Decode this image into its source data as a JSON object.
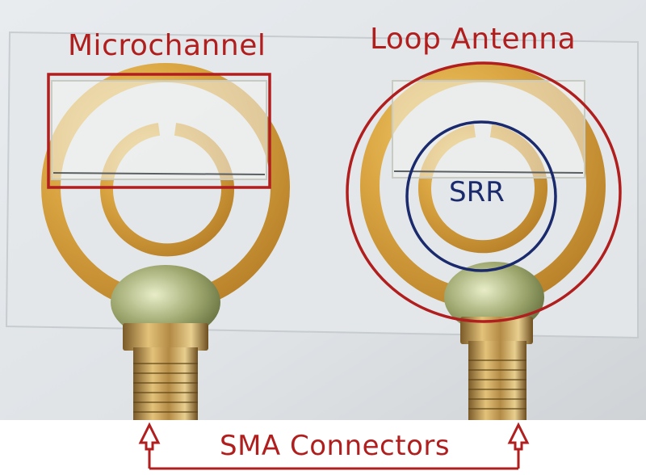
{
  "labels": {
    "microchannel": "Microchannel",
    "loop_antenna": "Loop Antenna",
    "srr": "SRR",
    "sma_connectors": "SMA Connectors"
  },
  "colors": {
    "annotation_red": "#b01e1e",
    "annotation_blue": "#1a2a6c",
    "gold": "#d9a441",
    "brass": "#c8a060"
  }
}
